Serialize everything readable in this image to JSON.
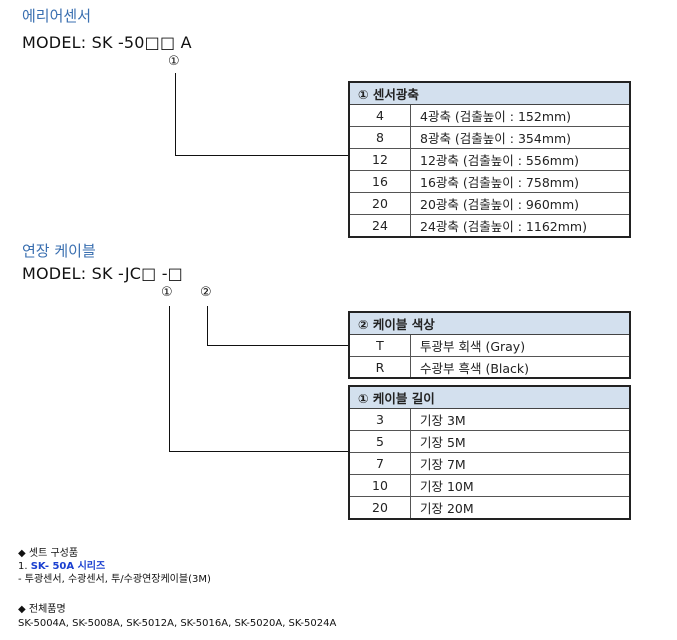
{
  "area_sensor": {
    "heading": "에리어센서",
    "model": "MODEL: SK -50□□ A",
    "marker": "①",
    "table": {
      "header": "① 센서광축",
      "rows": [
        {
          "k": "4",
          "v": "4광축    (검출높이 : 152mm)"
        },
        {
          "k": "8",
          "v": "8광축    (검출높이 : 354mm)"
        },
        {
          "k": "12",
          "v": "12광축  (검출높이 : 556mm)"
        },
        {
          "k": "16",
          "v": "16광축  (검출높이 : 758mm)"
        },
        {
          "k": "20",
          "v": "20광축  (검출높이 : 960mm)"
        },
        {
          "k": "24",
          "v": "24광축  (검출높이 : 1162mm)"
        }
      ]
    }
  },
  "cable": {
    "heading": "연장 케이블",
    "model": "MODEL: SK -JC□ -□",
    "marker1": "①",
    "marker2": "②",
    "color_table": {
      "header": "② 케이블 색상",
      "rows": [
        {
          "k": "T",
          "v": "투광부 회색 (Gray)"
        },
        {
          "k": "R",
          "v": "수광부 흑색 (Black)"
        }
      ]
    },
    "length_table": {
      "header": "① 케이블 길이",
      "rows": [
        {
          "k": "3",
          "v": "기장 3M"
        },
        {
          "k": "5",
          "v": "기장 5M"
        },
        {
          "k": "7",
          "v": "기장 7M"
        },
        {
          "k": "10",
          "v": "기장 10M"
        },
        {
          "k": "20",
          "v": "기장 20M"
        }
      ]
    }
  },
  "notes": {
    "set_title": "◆ 셋트 구성품",
    "set_item_prefix": "1. ",
    "set_item_name": "SK- 50A 시리즈",
    "set_item_desc": "- 투광센서, 수광센서, 투/수광연장케이블(3M)",
    "all_title": "◆ 전체품명",
    "all_list": "SK-5004A, SK-5008A, SK-5012A, SK-5016A, SK-5020A, SK-5024A"
  }
}
